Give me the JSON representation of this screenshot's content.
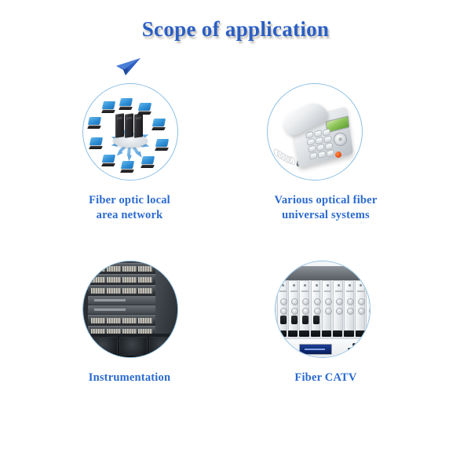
{
  "page": {
    "title": "Scope of application",
    "title_color": "#2a5fc4",
    "caption_color": "#2a6ad0",
    "circle_border_color": "#8ec0e4",
    "background": "#ffffff",
    "plane_icon": "paper-plane-icon"
  },
  "cards": [
    {
      "id": "fiber-optic-local-area-network",
      "caption_lines": [
        "Fiber optic local",
        "area network"
      ],
      "image": "network-topology-illustration",
      "image_alt": "Server stack at center with blue arrows radiating to ten desktop computers"
    },
    {
      "id": "various-optical-fiber-universal-systems",
      "caption_lines": [
        "Various optical fiber",
        "universal systems"
      ],
      "image": "desk-telephone-photo",
      "image_alt": "Silver corded desk telephone with green LCD display and keypad"
    },
    {
      "id": "instrumentation",
      "caption_lines": [
        "Instrumentation"
      ],
      "image": "rack-chassis-photo",
      "image_alt": "Dark rack mounted modular chassis switch with port blades and fan trays"
    },
    {
      "id": "fiber-catv",
      "caption_lines": [
        "Fiber CATV"
      ],
      "image": "catv-rack-photo",
      "image_alt": "Light gray CATV optical transmitter rack with modules and blue LCD panel"
    }
  ]
}
